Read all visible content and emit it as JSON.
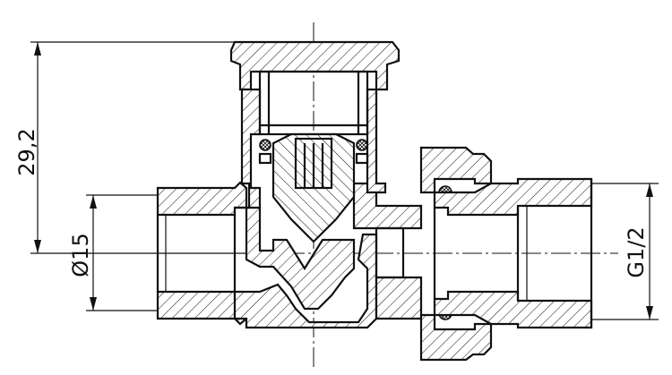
{
  "dimensions": {
    "height_label": "29,2",
    "diameter_label": "Ø15",
    "thread_label": "G1/2"
  }
}
